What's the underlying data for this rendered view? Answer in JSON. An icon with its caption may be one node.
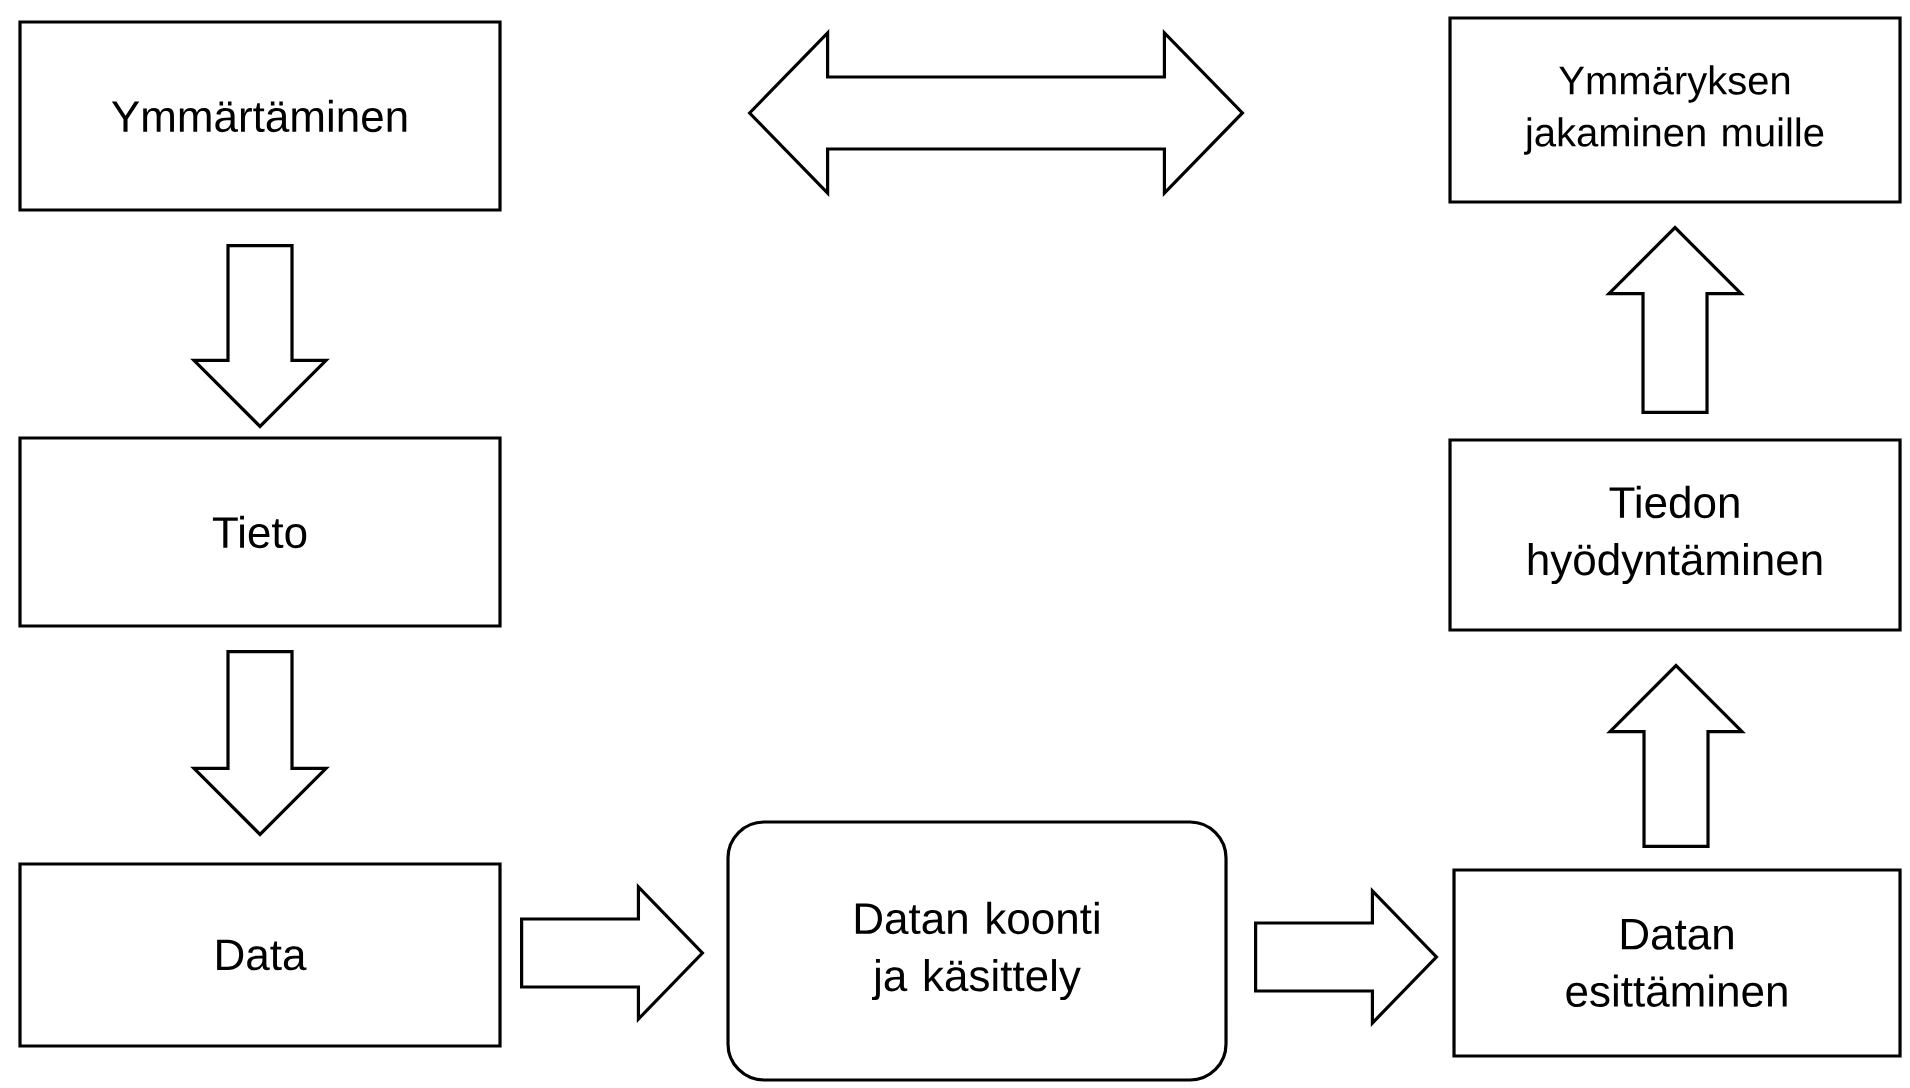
{
  "diagram": {
    "nodes": [
      {
        "text": [
          "Ymmärtäminen"
        ]
      },
      {
        "text": [
          "Tieto"
        ]
      },
      {
        "text": [
          "Data"
        ]
      },
      {
        "text": [
          "Datan koonti ja käsittely"
        ]
      },
      {
        "text": [
          "Datan esittäminen"
        ]
      },
      {
        "text": [
          "Tiedon hyödyntäminen"
        ]
      },
      {
        "text": [
          "Ymmäryksen jakaminen muille"
        ]
      }
    ],
    "edges": [
      {
        "from": 0,
        "to": 1,
        "arrow": "to"
      },
      {
        "from": 1,
        "to": 2,
        "arrow": "to"
      },
      {
        "from": 2,
        "to": 3,
        "arrow": "to"
      },
      {
        "from": 3,
        "to": 4,
        "arrow": "to"
      },
      {
        "from": 4,
        "to": 5,
        "arrow": "to"
      },
      {
        "from": 5,
        "to": 6,
        "arrow": "to"
      },
      {
        "from": 0,
        "to": 6,
        "arrow": "both"
      }
    ]
  }
}
